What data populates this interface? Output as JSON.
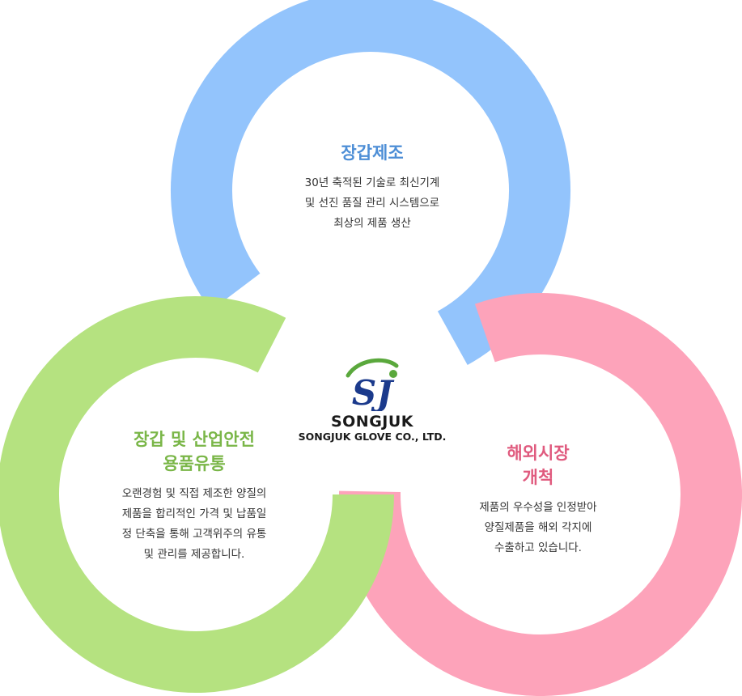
{
  "colors": {
    "blue_ring": "#93c4fc",
    "green_ring": "#b5e280",
    "pink_ring": "#fda3ba",
    "blue_title": "#4d8ed6",
    "green_title": "#7ab648",
    "pink_title": "#e05a7e",
    "logo_navy": "#1b3a8c",
    "logo_green": "#5aa83c"
  },
  "logo": {
    "mark_text": "SJ",
    "name": "SONGJUK",
    "company": "SONGJUK GLOVE CO., LTD."
  },
  "blocks": {
    "top": {
      "title": "장갑제조",
      "desc_lines": [
        "30년 축적된 기술로 최신기계",
        "및 선진 품질 관리 시스템으로",
        "최상의 제품 생산"
      ]
    },
    "left": {
      "title_lines": [
        "장갑 및 산업안전",
        "용품유통"
      ],
      "desc_lines": [
        "오랜경험 및 직접 제조한 양질의",
        "제품을 합리적인 가격 및 납품일",
        "정 단축을 통해 고객위주의 유통",
        "및 관리를 제공합니다."
      ]
    },
    "right": {
      "title_lines": [
        "해외시장",
        "개척"
      ],
      "desc_lines": [
        "제품의 우수성을 인정받아",
        "양질제품을 해외 각지에",
        "수출하고 있습니다."
      ]
    }
  }
}
